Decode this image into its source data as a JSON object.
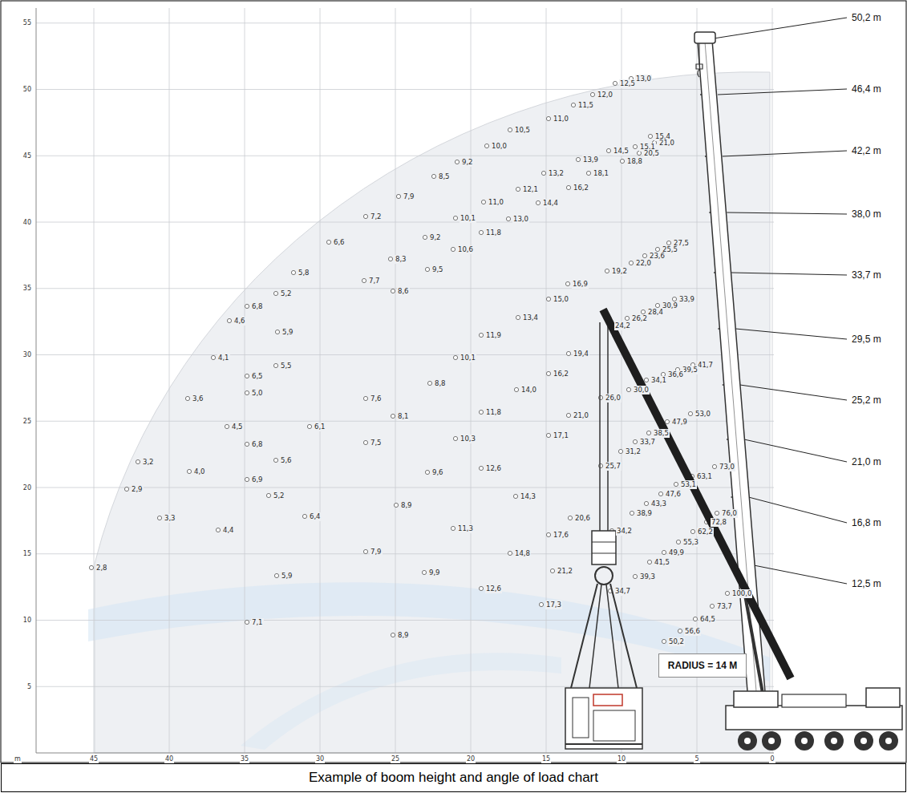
{
  "diagram": {
    "caption": "Example of boom height and angle of load chart",
    "nodes": [
      {
        "text": [
          "RADIUS = 14 M"
        ]
      }
    ],
    "labels": [
      "55",
      "50",
      "45",
      "40",
      "35",
      "30",
      "25",
      "20",
      "15",
      "10",
      "5",
      "m",
      "45",
      "40",
      "35",
      "30",
      "25",
      "20",
      "15",
      "10",
      "5",
      "0",
      "50,2 m",
      "46,4 m",
      "42,2 m",
      "38,0 m",
      "33,7 m",
      "29,5 m",
      "25,2 m",
      "21,0 m",
      "16,8 m",
      "12,5 m",
      "13,0",
      "12,5",
      "12,0",
      "11,5",
      "11,0",
      "10,5",
      "10,0",
      "9,2",
      "8,5",
      "7,9",
      "7,2",
      "6,6",
      "5,8",
      "5,2",
      "4,6",
      "4,1",
      "3,6",
      "3,2",
      "2,9",
      "2,8",
      "15,4",
      "15,1",
      "14,5",
      "13,9",
      "13,2",
      "12,1",
      "11,0",
      "10,1",
      "9,2",
      "8,3",
      "7,7",
      "6,8",
      "5,9",
      "5,5",
      "5,0",
      "4,5",
      "4,0",
      "3,3",
      "21,0",
      "20,5",
      "18,8",
      "18,1",
      "16,2",
      "14,4",
      "13,0",
      "11,8",
      "10,6",
      "9,5",
      "8,6",
      "6,5",
      "4,4",
      "27,5",
      "25,5",
      "23,6",
      "22,0",
      "19,2",
      "16,9",
      "15,0",
      "13,4",
      "11,9",
      "10,1",
      "8,8",
      "7,6",
      "6,8",
      "5,6",
      "5,9",
      "33,9",
      "30,9",
      "28,4",
      "26,2",
      "24,2",
      "19,4",
      "16,2",
      "14,0",
      "11,8",
      "8,1",
      "6,1",
      "6,9",
      "5,2",
      "7,1",
      "41,7",
      "39,5",
      "36,6",
      "34,1",
      "30,0",
      "26,0",
      "21,0",
      "17,1",
      "10,3",
      "7,5",
      "6,4",
      "53,0",
      "47,9",
      "38,5",
      "33,7",
      "31,2",
      "25,7",
      "14,3",
      "12,6",
      "9,6",
      "8,9",
      "7,9",
      "8,9",
      "73,0",
      "63,1",
      "53,1",
      "47,6",
      "43,3",
      "38,9",
      "34,2",
      "20,6",
      "11,3",
      "9,9",
      "12,6",
      "76,0",
      "72,8",
      "62,2",
      "55,3",
      "49,9",
      "41,5",
      "39,3",
      "34,7",
      "17,6",
      "14,8",
      "21,2",
      "17,3",
      "100,0",
      "73,7",
      "64,5",
      "56,6",
      "50,2"
    ]
  }
}
